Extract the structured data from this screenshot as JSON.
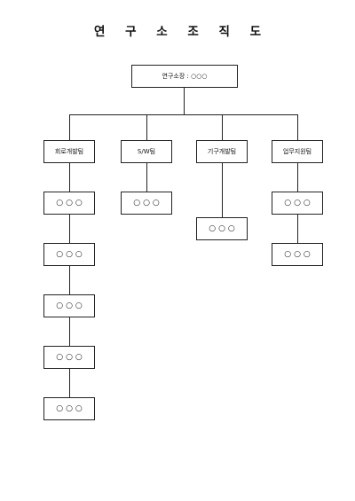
{
  "title": "연 구 소 조 직 도",
  "head": {
    "label": "연구소장 : ○○○"
  },
  "teams": [
    {
      "name": "회로개발팀",
      "members": [
        "○○○",
        "○○○",
        "○○○",
        "○○○",
        "○○○"
      ]
    },
    {
      "name": "S/W팀",
      "members": [
        "○○○"
      ]
    },
    {
      "name": "기구개발팀",
      "members": [
        "○○○"
      ]
    },
    {
      "name": "업무지원팀",
      "members": [
        "○○○",
        "○○○"
      ]
    }
  ]
}
